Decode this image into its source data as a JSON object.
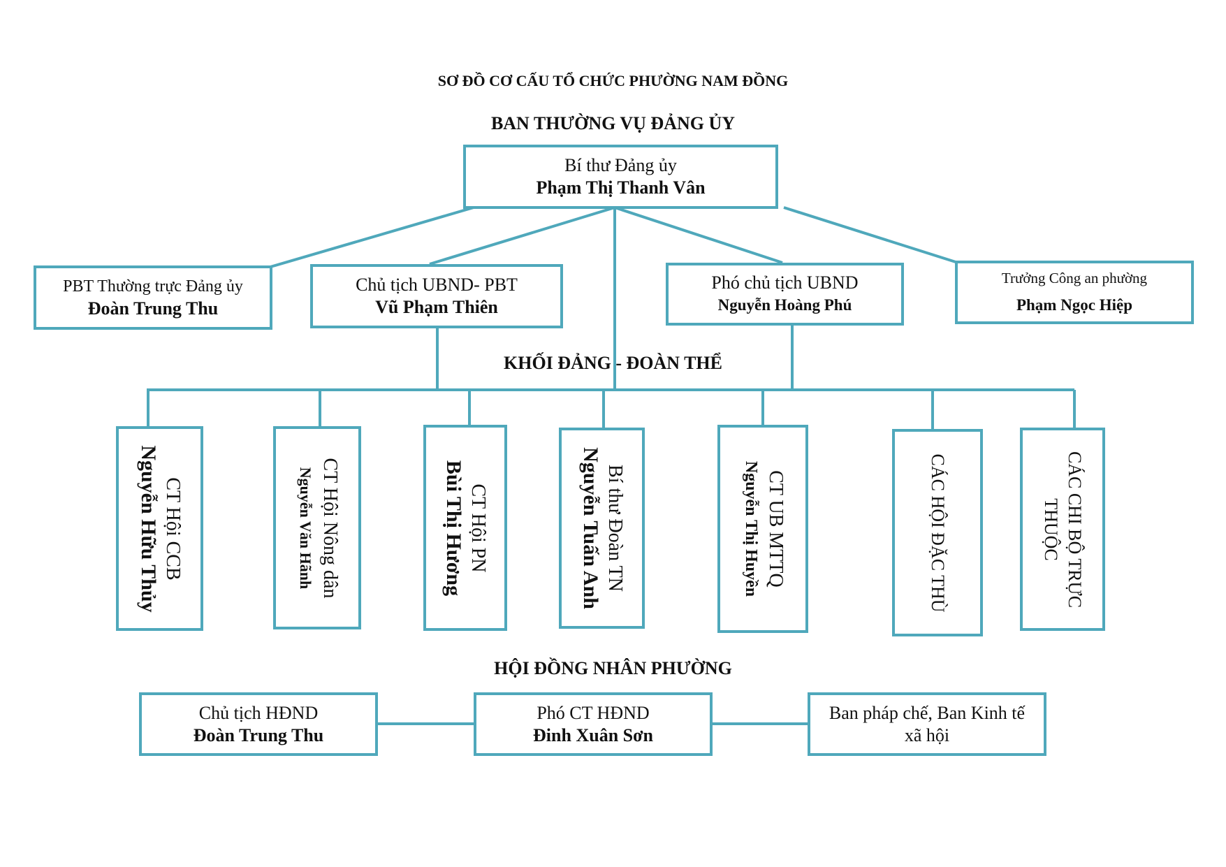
{
  "title": "SƠ ĐỒ CƠ CẤU TỔ CHỨC PHƯỜNG NAM ĐỒNG",
  "sections": {
    "ban_thuong_vu": "BAN THƯỜNG VỤ ĐẢNG ỦY",
    "khoi_dang": "KHỐI ĐẢNG - ĐOÀN THỂ",
    "hdnd": "HỘI ĐỒNG NHÂN PHƯỜNG"
  },
  "top": {
    "role": "Bí thư Đảng ủy",
    "name": "Phạm Thị Thanh Vân"
  },
  "level2": [
    {
      "role": "PBT Thường trực Đảng ủy",
      "name": "Đoàn Trung Thu"
    },
    {
      "role": "Chủ tịch UBND- PBT",
      "name": "Vũ Phạm Thiên"
    },
    {
      "role": "Phó chủ tịch UBND",
      "name": "Nguyễn Hoàng Phú"
    },
    {
      "role": "Trưởng Công an phường",
      "name": "Phạm Ngọc Hiệp"
    }
  ],
  "doan_the": [
    {
      "role": "CT Hội CCB",
      "name": "Nguyễn Hữu Thủy"
    },
    {
      "role": "CT Hội Nông dân",
      "name": "Nguyễn Văn Hãnh"
    },
    {
      "role": "CT Hội PN",
      "name": "Bùi Thị Hương"
    },
    {
      "role": "Bí thư Đoàn TN",
      "name": "Nguyễn Tuấn Anh"
    },
    {
      "role": "CT UB MTTQ",
      "name": "Nguyễn Thị Huyền"
    },
    {
      "role": "CÁC HỘI ĐẶC THÙ",
      "name": ""
    },
    {
      "role": "CÁC CHI BỘ TRỰC THUỘC",
      "name": ""
    }
  ],
  "hdnd": [
    {
      "role": "Chủ tịch HĐND",
      "name": "Đoàn Trung Thu"
    },
    {
      "role": "Phó CT HĐND",
      "name": "Đinh Xuân Sơn"
    },
    {
      "role": "Ban pháp chế, Ban Kinh tế xã hội",
      "name": ""
    }
  ],
  "colors": {
    "line": "#4fa8bb",
    "text": "#111111"
  }
}
